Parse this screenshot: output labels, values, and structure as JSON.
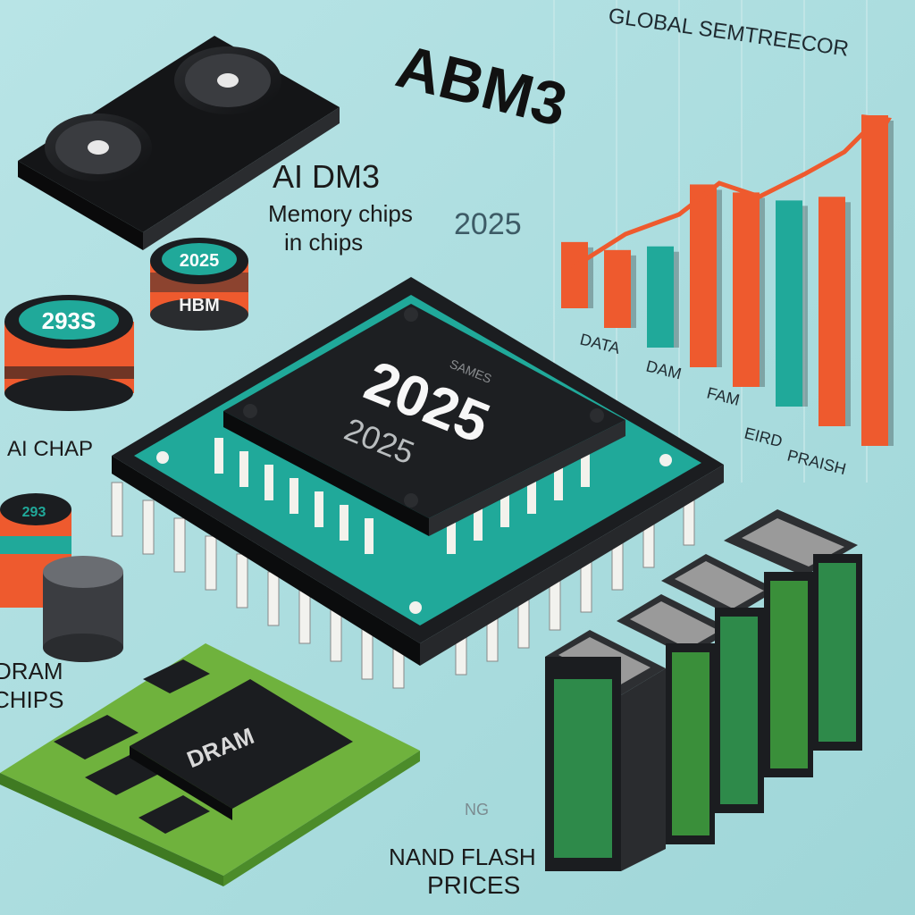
{
  "title": "ABM3",
  "subtitle": "AI DM3",
  "tagline_line1": "Memory chips",
  "tagline_line2": "in chips",
  "year_side": "2025",
  "chart_title": "GLOBAL SEMTREECOR",
  "chart_labels": [
    "DATA",
    "DAM",
    "FAM",
    "EIRD",
    "PRAISH"
  ],
  "stack_big_label": "2025",
  "stack_big_band": "HBM",
  "stack_left_label": "293S",
  "stack_small_label": "293",
  "ai_chip_label": "AI CHAP",
  "main_chip_year": "2025",
  "main_chip_year_small": "2025",
  "main_chip_mark": "SAMES",
  "dram_line1": "DRAM",
  "dram_line2": "CHIPS",
  "board_chip_label": "DRAM",
  "partial_label": "NG",
  "nand_line1": "NAND FLASH",
  "nand_line2": "PRICES",
  "colors": {
    "background": "#a9dde0",
    "teal": "#20a99a",
    "orange": "#ee5a2e",
    "chip": "#1b1d20",
    "board": "#6fb23d"
  },
  "chart_data": {
    "type": "bar",
    "title": "GLOBAL SEMTREECOR",
    "categories": [
      "DATA",
      "DAM",
      "FAM",
      "EIRD",
      "PRAISH"
    ],
    "series": [
      {
        "values": [
          3,
          4,
          6,
          13,
          14,
          15,
          17,
          23
        ]
      }
    ],
    "trend_line": true
  }
}
